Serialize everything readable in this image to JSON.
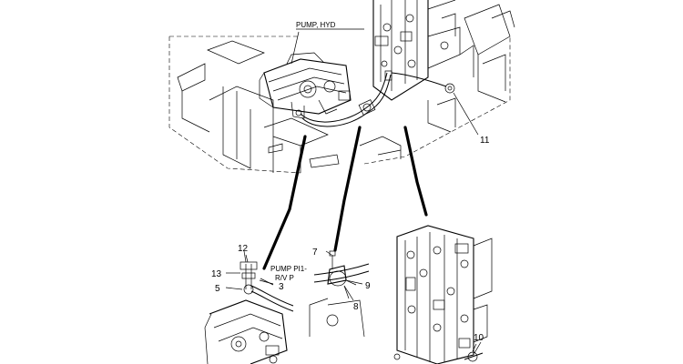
{
  "labels": {
    "pump_hyd": "PUMP, HYD",
    "pump_pi1_line1": "PUMP PI1-",
    "pump_pi1_line2": "R/V P"
  },
  "callouts": {
    "c11": "11",
    "c12": "12",
    "c13": "13",
    "c5": "5",
    "c3": "3",
    "c7": "7",
    "c9": "9",
    "c8": "8",
    "c10": "10"
  }
}
